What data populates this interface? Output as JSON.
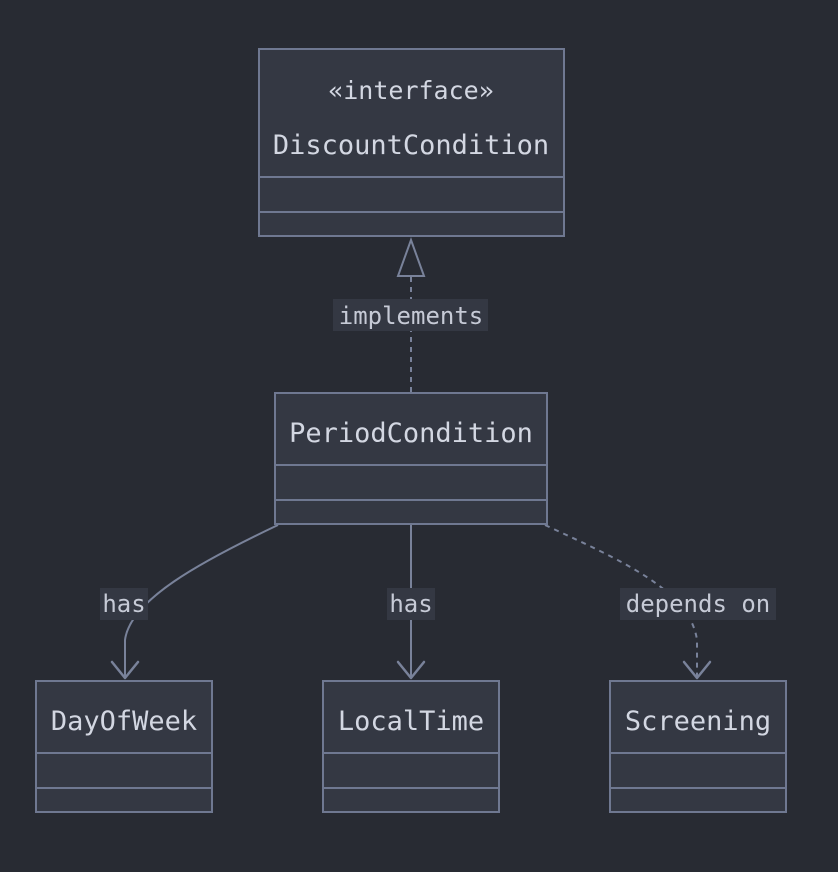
{
  "classes": {
    "discount_condition": {
      "stereotype": "«interface»",
      "name": "DiscountCondition"
    },
    "period_condition": {
      "name": "PeriodCondition"
    },
    "day_of_week": {
      "name": "DayOfWeek"
    },
    "local_time": {
      "name": "LocalTime"
    },
    "screening": {
      "name": "Screening"
    }
  },
  "relations": {
    "implements": {
      "label": "implements",
      "from": "PeriodCondition",
      "to": "DiscountCondition",
      "kind": "realization"
    },
    "has_day_of_week": {
      "label": "has",
      "from": "PeriodCondition",
      "to": "DayOfWeek",
      "kind": "association"
    },
    "has_local_time": {
      "label": "has",
      "from": "PeriodCondition",
      "to": "LocalTime",
      "kind": "association"
    },
    "depends_on_screening": {
      "label": "depends on",
      "from": "PeriodCondition",
      "to": "Screening",
      "kind": "dependency"
    }
  },
  "colors": {
    "background": "#282b33",
    "box_fill": "#343843",
    "box_stroke": "#6f7891",
    "text": "#d3d7e2",
    "edge": "#79829a"
  }
}
